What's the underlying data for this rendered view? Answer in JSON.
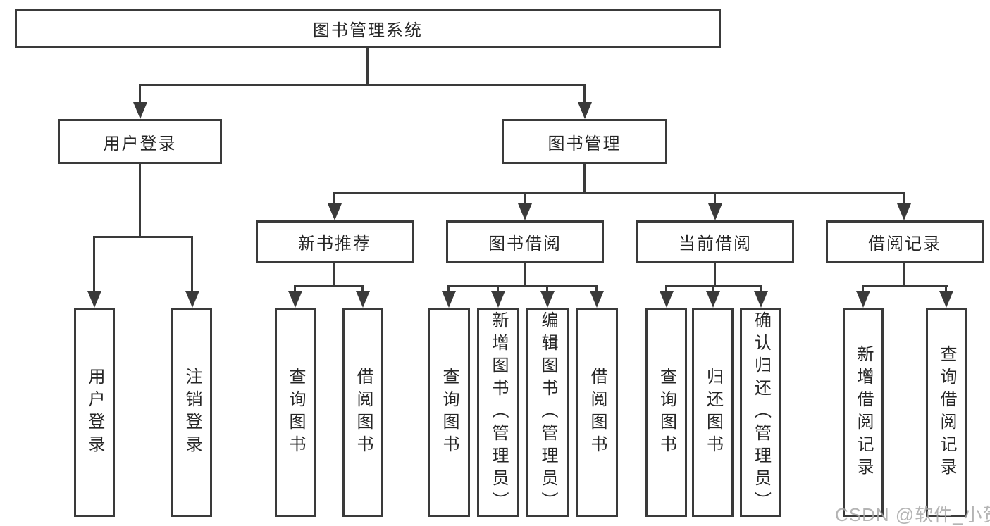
{
  "nodes": {
    "root": "图书管理系统",
    "level2": {
      "user_login": "用户登录",
      "book_mgmt": "图书管理"
    },
    "level3": {
      "new_book_rec": "新书推荐",
      "book_borrow": "图书借阅",
      "current_borrow": "当前借阅",
      "borrow_record": "借阅记录"
    },
    "leaves": {
      "user_login": "用户登录",
      "logout": "注销登录",
      "rec_query_book": "查询图书",
      "rec_borrow_book": "借阅图书",
      "bb_query_book": "查询图书",
      "bb_add_book": "新增图书（管理员）",
      "bb_edit_book": "编辑图书（管理员）",
      "bb_borrow_book": "借阅图书",
      "cb_query_book": "查询图书",
      "cb_return_book": "归还图书",
      "cb_confirm_return": "确认归还（管理员）",
      "br_add_record": "新增借阅记录",
      "br_query_record": "查询借阅记录"
    }
  },
  "watermark": "CSDN @软件_小贺同学",
  "colors": {
    "line": "#3a3a3a",
    "text": "#262626",
    "watermark": "#a8a8a8",
    "bg": "#ffffff",
    "box-bg": "#ffffff"
  }
}
